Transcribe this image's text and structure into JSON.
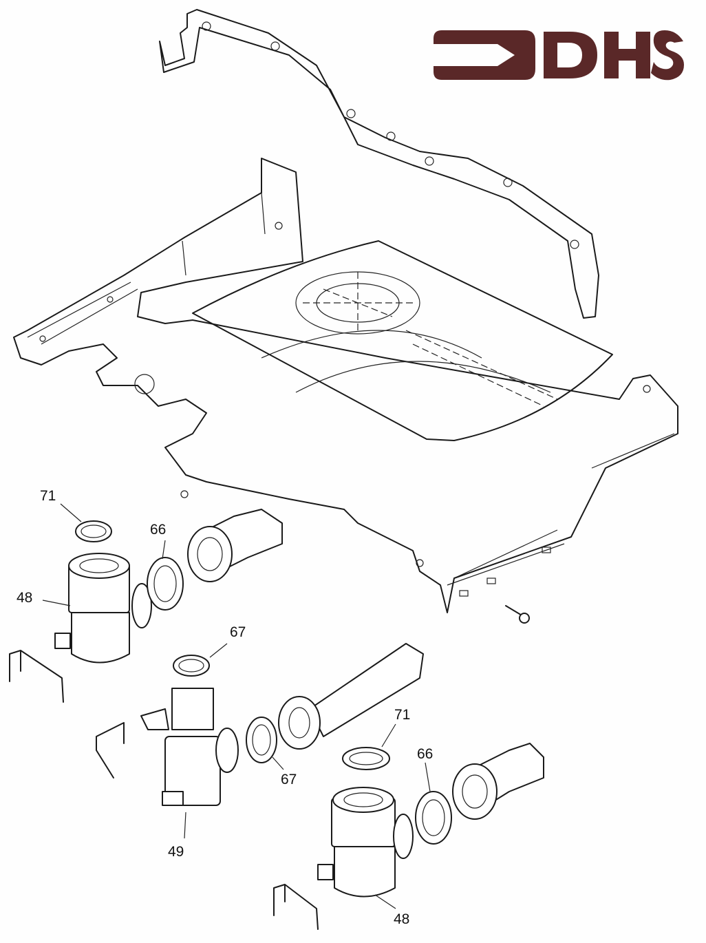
{
  "logo": {
    "text": "DHS",
    "color": "#5a2828"
  },
  "callouts": [
    {
      "id": "71",
      "text": "71"
    },
    {
      "id": "66",
      "text": "66"
    },
    {
      "id": "48",
      "text": "48"
    },
    {
      "id": "67",
      "text": "67"
    },
    {
      "id": "67b",
      "text": "67"
    },
    {
      "id": "49",
      "text": "49"
    },
    {
      "id": "71b",
      "text": "71"
    },
    {
      "id": "66b",
      "text": "66"
    },
    {
      "id": "48b",
      "text": "48"
    }
  ]
}
